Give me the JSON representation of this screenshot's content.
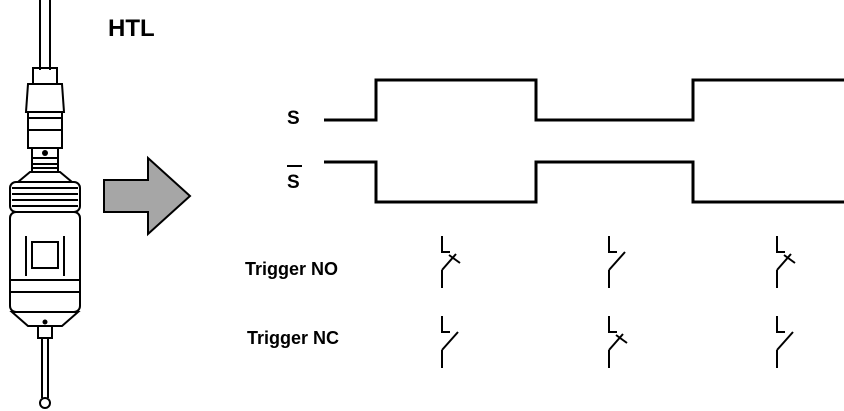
{
  "title": "HTL",
  "signals": [
    {
      "label": "S",
      "overline": false,
      "levels": [
        "low",
        "high",
        "low",
        "high"
      ]
    },
    {
      "label": "S",
      "overline": true,
      "levels": [
        "high",
        "low",
        "high",
        "low"
      ]
    }
  ],
  "triggers": [
    {
      "label": "Trigger NO",
      "states": [
        "closed",
        "open",
        "closed"
      ]
    },
    {
      "label": "Trigger NC",
      "states": [
        "open",
        "closed",
        "open"
      ]
    }
  ],
  "colors": {
    "arrow_fill": "#a6a6a6",
    "line": "#000000",
    "probe_fill": "#ffffff"
  },
  "icons": {
    "probe": "touch-probe-icon",
    "arrow": "right-arrow-icon"
  }
}
